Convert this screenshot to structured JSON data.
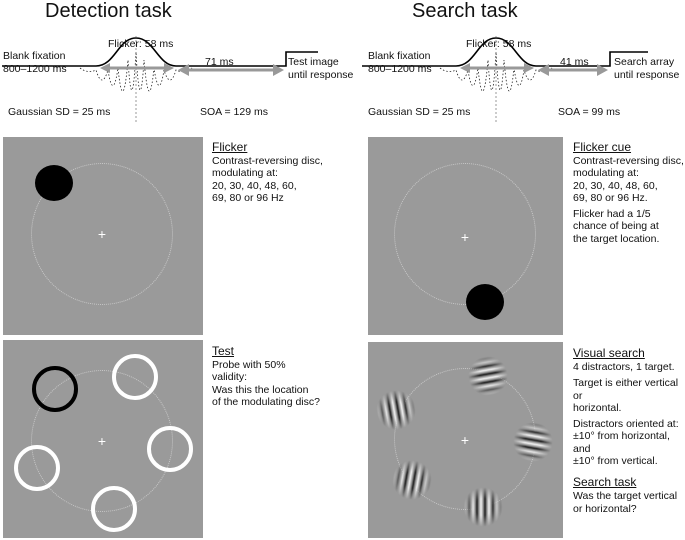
{
  "detection": {
    "heading": "Detection task",
    "timeline": {
      "blank_fixation": "Blank fixation",
      "blank_duration": "800–1200 ms",
      "flicker": "Flicker: 58 ms",
      "gap": "71 ms",
      "next_line1": "Test image",
      "next_line2": "until response",
      "gaussian": "Gaussian SD = 25 ms",
      "soa": "SOA = 129 ms"
    },
    "panel1": {
      "title": "Flicker",
      "lines": [
        "Contrast-reversing disc,",
        "modulating at:",
        "20, 30, 40, 48, 60,",
        "69, 80 or 96 Hz"
      ]
    },
    "panel2": {
      "title": "Test",
      "lines": [
        "Probe with 50%",
        "validity:",
        "Was this the location",
        "of the modulating disc?"
      ]
    },
    "fixation": "+"
  },
  "search": {
    "heading": "Search task",
    "timeline": {
      "blank_fixation": "Blank fixation",
      "blank_duration": "800–1200 ms",
      "flicker": "Flicker: 58 ms",
      "gap": "41 ms",
      "next_line1": "Search array",
      "next_line2": "until response",
      "gaussian": "Gaussian SD = 25 ms",
      "soa": "SOA = 99 ms"
    },
    "panel1": {
      "title": "Flicker cue",
      "para1": [
        "Contrast-reversing disc,",
        "modulating at:",
        "20, 30, 40, 48, 60,",
        "69, 80 or 96 Hz."
      ],
      "para2": [
        "Flicker had a 1/5",
        "chance of being at",
        "the target location."
      ]
    },
    "panel2": {
      "title": "Visual search",
      "para1": [
        "4 distractors, 1 target."
      ],
      "para2": [
        "Target is either vertical or",
        "horizontal."
      ],
      "para3": [
        "Distractors oriented at:",
        "±10° from horizontal, and",
        "±10° from vertical."
      ],
      "title2": "Search task",
      "para4": [
        "Was the target vertical",
        "or horizontal?"
      ]
    },
    "fixation": "+"
  }
}
